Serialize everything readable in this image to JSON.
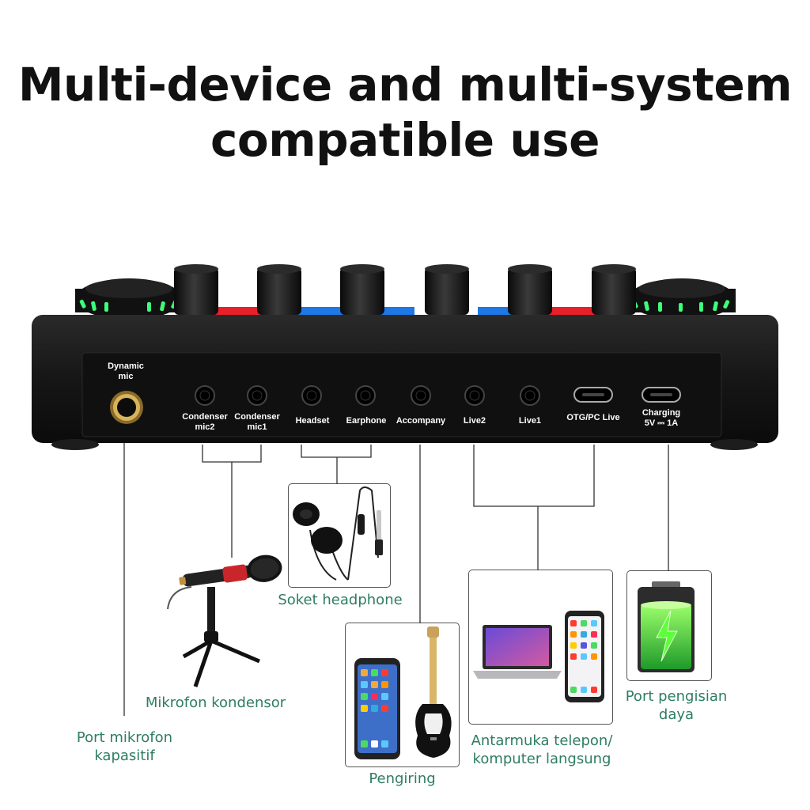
{
  "headline": {
    "line1": "Multi-device and multi-system",
    "line2": "compatible use"
  },
  "ports": {
    "dynamic_mic": [
      "Dynamic",
      "mic"
    ],
    "condenser_mic2": [
      "Condenser",
      "mic2"
    ],
    "condenser_mic1": [
      "Condenser",
      "mic1"
    ],
    "headset": "Headset",
    "earphone": "Earphone",
    "accompany": "Accompany",
    "live2": "Live2",
    "live1": "Live1",
    "otg_pc_live": "OTG/PC Live",
    "charging": [
      "Charging",
      "5V ⎓ 1A"
    ]
  },
  "callouts": {
    "soket_headphone": "Soket headphone",
    "mikrofon_kondensor": "Mikrofon kondensor",
    "port_mikrofon": [
      "Port mikrofon",
      "kapasitif"
    ],
    "pengiring": "Pengiring",
    "antarmuka": [
      "Antarmuka telepon/",
      "komputer langsung"
    ],
    "port_pengisian": [
      "Port pengisian",
      "daya"
    ]
  },
  "colors": {
    "device_body": "#141414",
    "callout_text": "#2e7d62",
    "led_green": "#3dff7a",
    "accent_red": "#e8202a",
    "accent_blue": "#1e78e6"
  },
  "icons": [
    "dynamic-mic-jack-icon",
    "audio-jack-icon",
    "usb-c-port-icon",
    "condenser-mic-icon",
    "earphones-icon",
    "smartphone-icon",
    "guitar-icon",
    "laptop-icon",
    "battery-charging-icon"
  ]
}
